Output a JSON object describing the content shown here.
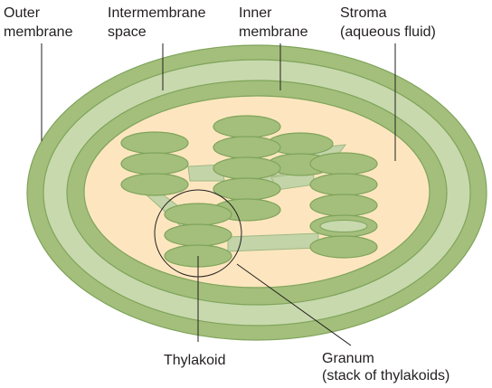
{
  "labels": {
    "outer_membrane": [
      "Outer",
      "membrane"
    ],
    "intermembrane_space": [
      "Intermembrane",
      "space"
    ],
    "inner_membrane": [
      "Inner",
      "membrane"
    ],
    "stroma": [
      "Stroma",
      "(aqueous fluid)"
    ],
    "thylakoid": [
      "Thylakoid"
    ],
    "granum": [
      "Granum",
      "(stack of thylakoids)"
    ]
  },
  "colors": {
    "outer_membrane": "#a4bf7c",
    "intermembrane_space": "#c8d9ad",
    "inner_membrane": "#a4bf7c",
    "stroma": "#fde6bf",
    "thylakoid": "#a4bf7c",
    "thylakoid_outline": "#7fa45b",
    "lamella": "#c3d4a9",
    "lumen": "#c8d9ad",
    "text": "#231f20"
  }
}
